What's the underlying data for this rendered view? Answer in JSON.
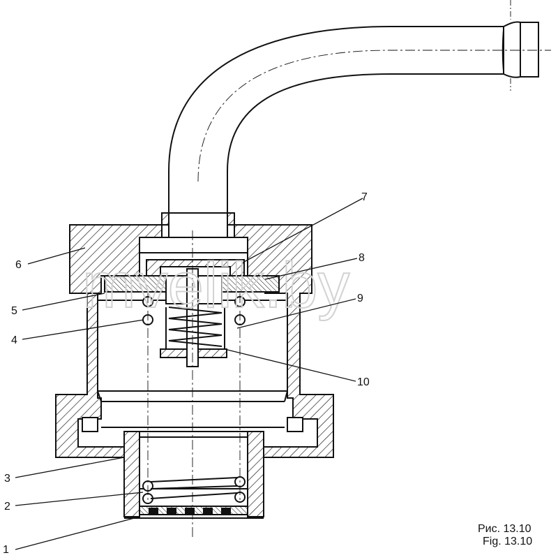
{
  "colors": {
    "ink": "#111111",
    "paper": "#ffffff",
    "watermark": "#d2d2d2"
  },
  "watermark": "mvelik.by",
  "caption": {
    "ru": "Рис. 13.10",
    "en": "Fig. 13.10"
  },
  "callouts": [
    {
      "number": "1"
    },
    {
      "number": "2"
    },
    {
      "number": "3"
    },
    {
      "number": "4"
    },
    {
      "number": "5"
    },
    {
      "number": "6"
    },
    {
      "number": "7"
    },
    {
      "number": "8"
    },
    {
      "number": "9"
    },
    {
      "number": "10"
    }
  ]
}
